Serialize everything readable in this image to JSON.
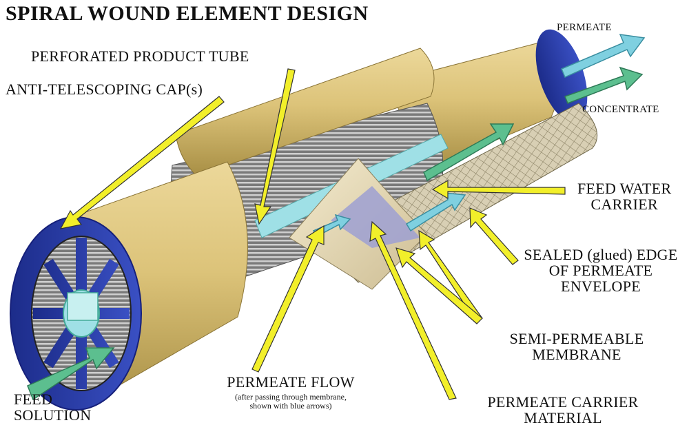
{
  "title": "SPIRAL WOUND ELEMENT DESIGN",
  "labels": {
    "perforated_tube": "PERFORATED PRODUCT TUBE",
    "anti_telescoping": "ANTI-TELESCOPING CAP(s)",
    "permeate_out": "PERMEATE",
    "concentrate_out": "CONCENTRATE",
    "feed_water_carrier": [
      "FEED WATER",
      "CARRIER"
    ],
    "sealed_edge": [
      "SEALED (glued) EDGE",
      "OF PERMEATE",
      "ENVELOPE"
    ],
    "membrane": [
      "SEMI-PERMEABLE",
      "MEMBRANE"
    ],
    "permeate_flow": "PERMEATE FLOW",
    "permeate_flow_note": [
      "(after passing through membrane,",
      "shown with blue arrows)"
    ],
    "permeate_carrier": [
      "PERMEATE CARRIER",
      "MATERIAL"
    ],
    "feed_solution": [
      "FEED",
      "SOLUTION"
    ]
  },
  "colors": {
    "shell": "#d9c27a",
    "shell_dark": "#a88f45",
    "cap": "#2d3fa6",
    "callout_arrow": "#f2ef2a",
    "flow_arrow_green": "#5cbf8f",
    "permeate_arrow_blue": "#7fd0e0",
    "membrane": "#ece0c2"
  }
}
